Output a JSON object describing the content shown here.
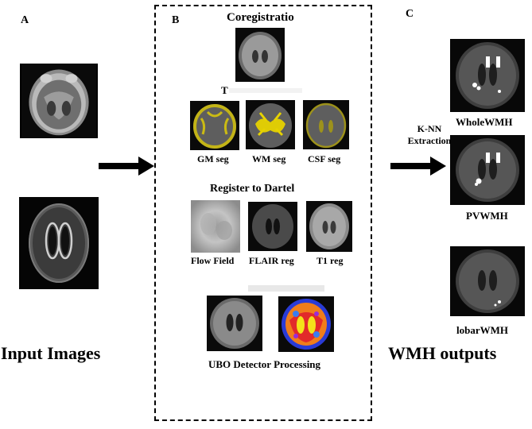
{
  "panels": {
    "a": {
      "letter": "A",
      "title": "Input Images"
    },
    "b": {
      "letter": "B",
      "coreg_title": "Coregistratio",
      "seg_title_partial": "T",
      "seg_labels": [
        "GM seg",
        "WM seg",
        "CSF seg"
      ],
      "dartel_title": "Register to Dartel",
      "dartel_labels": [
        "Flow Field",
        "FLAIR reg",
        "T1 reg"
      ],
      "final_label": "UBO Detector Processing"
    },
    "c": {
      "letter": "C",
      "title": "WMH outputs",
      "outputs": [
        "WholeWMH",
        "PVWMH",
        "lobarWMH"
      ]
    }
  },
  "arrows": {
    "c_label_line1": "K-NN",
    "c_label_line2": "Extraction"
  },
  "colors": {
    "border": "#000000",
    "seg_overlay": "#e6d200",
    "background": "#ffffff"
  }
}
